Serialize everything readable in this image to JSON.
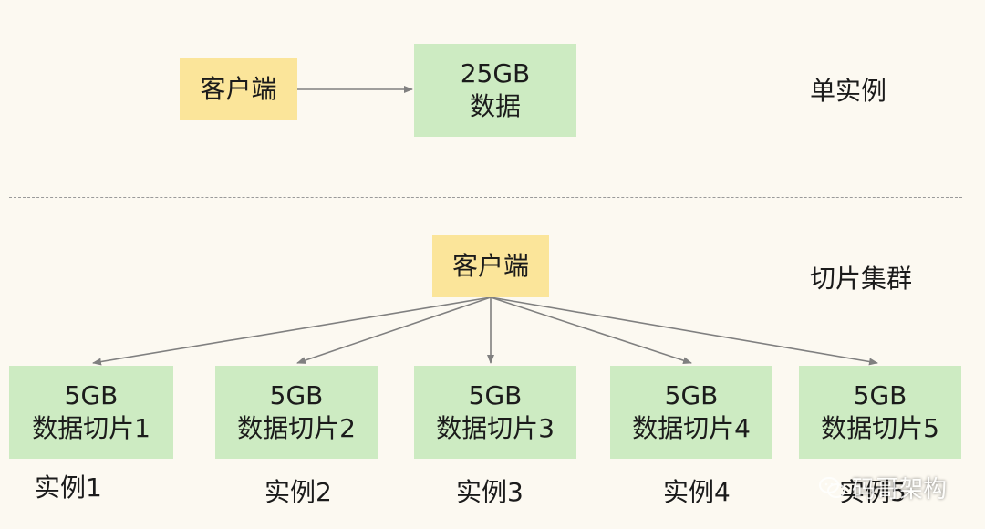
{
  "single_instance": {
    "client_label": "客户端",
    "data_box": {
      "line1": "25GB",
      "line2": "数据"
    },
    "section_label": "单实例"
  },
  "slice_cluster": {
    "client_label": "客户端",
    "section_label": "切片集群",
    "shards": [
      {
        "size": "5GB",
        "name": "数据切片1",
        "instance": "实例1"
      },
      {
        "size": "5GB",
        "name": "数据切片2",
        "instance": "实例2"
      },
      {
        "size": "5GB",
        "name": "数据切片3",
        "instance": "实例3"
      },
      {
        "size": "5GB",
        "name": "数据切片4",
        "instance": "实例4"
      },
      {
        "size": "5GB",
        "name": "数据切片5",
        "instance": "实例5"
      }
    ]
  },
  "watermark": {
    "text": "码哥架构",
    "icon": "wechat-icon"
  },
  "colors": {
    "background": "#fcf9f1",
    "client": "#fbe59a",
    "data": "#cdebc2",
    "arrow": "#808080",
    "divider": "#9a9a9a"
  }
}
